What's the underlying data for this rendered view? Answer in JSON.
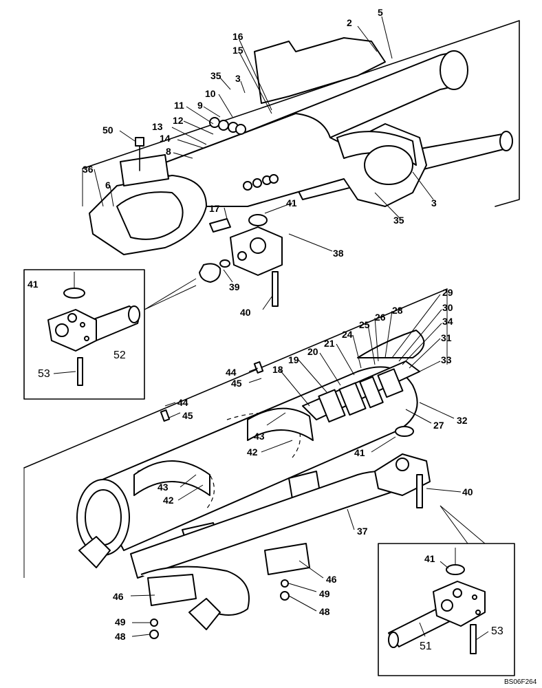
{
  "drawing_code": "BS06F264",
  "callouts": {
    "c2": "2",
    "c5": "5",
    "c16": "16",
    "c15": "15",
    "c35a": "35",
    "c3a": "3",
    "c10": "10",
    "c11": "11",
    "c9": "9",
    "c12": "12",
    "c13": "13",
    "c50": "50",
    "c14": "14",
    "c8": "8",
    "c36": "36",
    "c6": "6",
    "c17": "17",
    "c41a": "41",
    "c3b": "3",
    "c35b": "35",
    "c38": "38",
    "c39": "39",
    "c40a": "40",
    "c41b": "41",
    "c52": "52",
    "c53a": "53",
    "c29": "29",
    "c28": "28",
    "c30": "30",
    "c26": "26",
    "c25": "25",
    "c34": "34",
    "c24": "24",
    "c21": "21",
    "c31": "31",
    "c20": "20",
    "c33": "33",
    "c19": "19",
    "c44a": "44",
    "c18": "18",
    "c45a": "45",
    "c44b": "44",
    "c45b": "45",
    "c32": "32",
    "c27": "27",
    "c43a": "43",
    "c42a": "42",
    "c41c": "41",
    "c43b": "43",
    "c42b": "42",
    "c40b": "40",
    "c37": "37",
    "c41d": "41",
    "c46a": "46",
    "c46b": "46",
    "c49a": "49",
    "c48a": "48",
    "c49b": "49",
    "c48b": "48",
    "c51": "51",
    "c53b": "53"
  }
}
